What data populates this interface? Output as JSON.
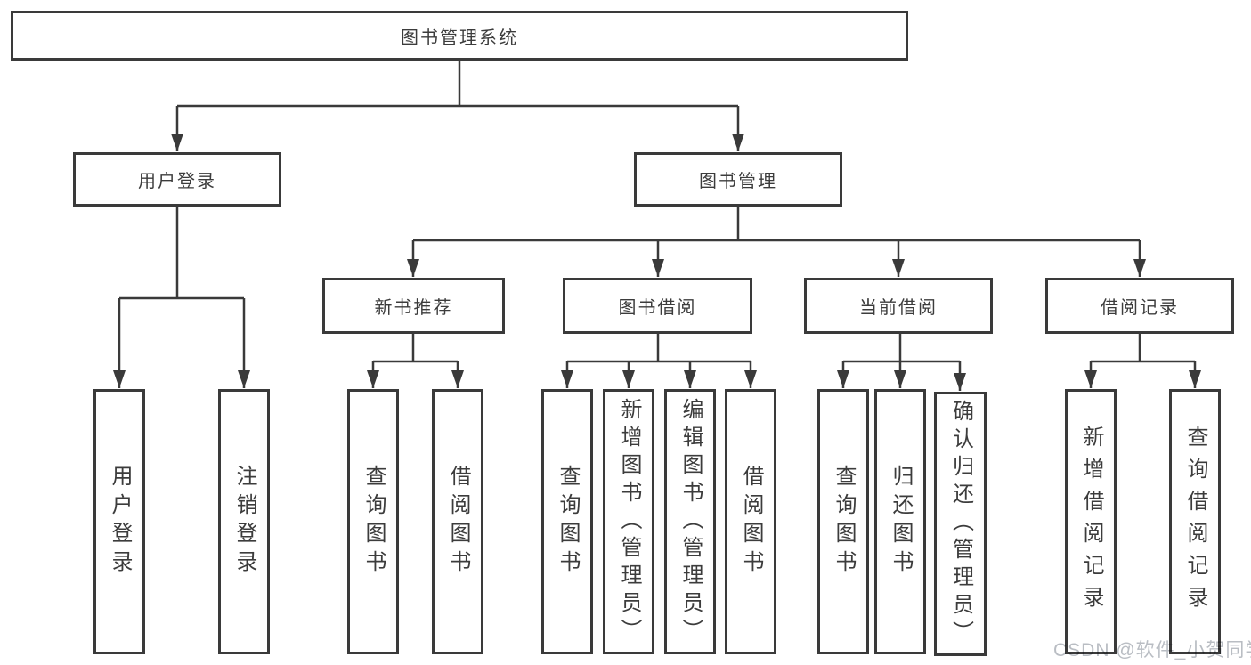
{
  "diagram": {
    "type": "tree",
    "watermark": "CSDN @软件_小贺同学",
    "colors": {
      "line": "#3a3a3a",
      "text": "#3c3c3c",
      "watermark": "#b9bdc3",
      "background": "#ffffff"
    },
    "root": {
      "label": "图书管理系统"
    },
    "branches": [
      {
        "label": "用户登录",
        "children": [
          {
            "label": "用户登录"
          },
          {
            "label": "注销登录"
          }
        ]
      },
      {
        "label": "图书管理",
        "children": [
          {
            "label": "新书推荐",
            "children": [
              {
                "label": "查询图书"
              },
              {
                "label": "借阅图书"
              }
            ]
          },
          {
            "label": "图书借阅",
            "children": [
              {
                "label": "查询图书"
              },
              {
                "label": "新增图书（管理员）"
              },
              {
                "label": "编辑图书（管理员）"
              },
              {
                "label": "借阅图书"
              }
            ]
          },
          {
            "label": "当前借阅",
            "children": [
              {
                "label": "查询图书"
              },
              {
                "label": "归还图书"
              },
              {
                "label": "确认归还（管理员）"
              }
            ]
          },
          {
            "label": "借阅记录",
            "children": [
              {
                "label": "新增借阅记录"
              },
              {
                "label": "查询借阅记录"
              }
            ]
          }
        ]
      }
    ]
  }
}
